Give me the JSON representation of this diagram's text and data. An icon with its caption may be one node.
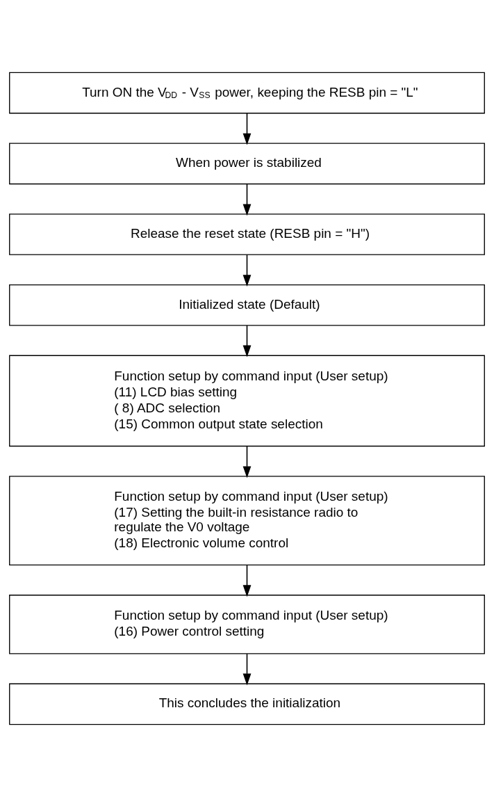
{
  "diagram": {
    "nodes": [
      {
        "text": [
          "Turn ON the V$_{DD}$ - V$_{SS}$ power, keeping the RESB pin = \"L\""
        ]
      },
      {
        "text": [
          "When power is stabilized"
        ]
      },
      {
        "text": [
          "Release the reset state (RESB pin = \"H\")"
        ]
      },
      {
        "text": [
          "Initialized state (Default)"
        ]
      },
      {
        "text": [
          "Function setup by command input (User setup)",
          "(11) LCD bias setting",
          "( 8) ADC selection",
          "(15) Common output state selection"
        ]
      },
      {
        "text": [
          "Function setup by command input (User setup)",
          "(17) Setting the built-in resistance radio to regulate the V0 voltage",
          "(18) Electronic volume control"
        ]
      },
      {
        "text": [
          "Function setup by command input (User setup)",
          "(16) Power control setting"
        ]
      },
      {
        "text": [
          "This concludes the initialization"
        ]
      }
    ],
    "edges": [
      {
        "from": 0,
        "to": 1,
        "arrow": "to"
      },
      {
        "from": 1,
        "to": 2,
        "arrow": "to"
      },
      {
        "from": 2,
        "to": 3,
        "arrow": "to"
      },
      {
        "from": 3,
        "to": 4,
        "arrow": "to"
      },
      {
        "from": 4,
        "to": 5,
        "arrow": "to"
      },
      {
        "from": 5,
        "to": 6,
        "arrow": "to"
      },
      {
        "from": 6,
        "to": 7,
        "arrow": "to"
      }
    ]
  }
}
